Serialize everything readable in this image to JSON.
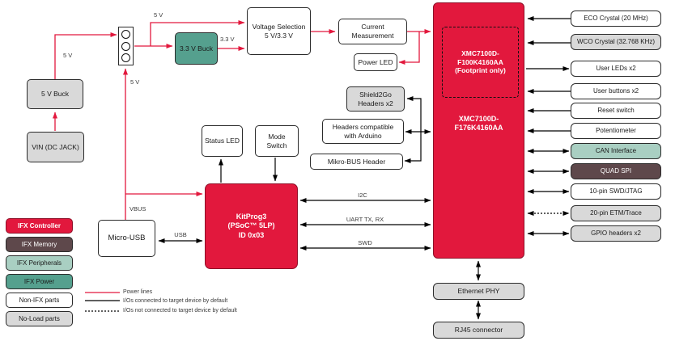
{
  "colors": {
    "ifx_controller_red": "#e2183d",
    "ifx_memory_maroon": "#5e484b",
    "ifx_peripherals_light_teal": "#a9cfc2",
    "ifx_power_teal": "#55a08e",
    "no_load_gray": "#d9d9d9",
    "non_ifx_white": "#ffffff",
    "power_wire_red": "#e2183d",
    "io_wire_black": "#000000"
  },
  "blocks": {
    "vin": {
      "label": "VIN (DC JACK)"
    },
    "buck_5v": {
      "label": "5 V Buck"
    },
    "buck_3v3": {
      "label": "3.3 V Buck"
    },
    "voltage_selection": {
      "label": "Voltage Selection\n5 V/3.3 V"
    },
    "current_measurement": {
      "label": "Current\nMeasurement"
    },
    "power_led": {
      "label": "Power LED"
    },
    "shield2go": {
      "label": "Shield2Go\nHeaders x2"
    },
    "arduino_headers": {
      "label": "Headers compatible\nwith Arduino"
    },
    "mikrobus": {
      "label": "Mikro-BUS Header"
    },
    "status_led": {
      "label": "Status LED"
    },
    "mode_switch": {
      "label": "Mode\nSwitch"
    },
    "kitprog3": {
      "label": "KitProg3\n(PSoC™ 5LP)\nID 0x03"
    },
    "micro_usb": {
      "label": "Micro-USB"
    },
    "xmc_footprint": {
      "label": "XMC7100D-\nF100K4160AA\n(Footprint only)"
    },
    "xmc_main": {
      "label": "XMC7100D-\nF176K4160AA"
    },
    "ethernet_phy": {
      "label": "Ethernet PHY"
    },
    "rj45": {
      "label": "RJ45 connector"
    }
  },
  "peripherals": [
    {
      "label": "ECO Crystal (20 MHz)",
      "category": "Non-IFX parts"
    },
    {
      "label": "WCO Crystal (32.768 KHz)",
      "category": "No-Load parts"
    },
    {
      "label": "User LEDs x2",
      "category": "Non-IFX parts"
    },
    {
      "label": "User buttons x2",
      "category": "Non-IFX parts"
    },
    {
      "label": "Reset switch",
      "category": "Non-IFX parts"
    },
    {
      "label": "Potentiometer",
      "category": "Non-IFX parts"
    },
    {
      "label": "CAN Interface",
      "category": "IFX Peripherals"
    },
    {
      "label": "QUAD SPI",
      "category": "IFX Memory"
    },
    {
      "label": "10-pin SWD/JTAG",
      "category": "Non-IFX parts"
    },
    {
      "label": "20-pin ETM/Trace",
      "category": "No-Load parts"
    },
    {
      "label": "GPIO headers x2",
      "category": "No-Load parts"
    }
  ],
  "wire_labels": {
    "v5_buck_to_header": "5 V",
    "v5_to_voltage_selection": "5 V",
    "v3_3_out": "3.3 V",
    "v5_vbus_up": "5 V",
    "vbus": "VBUS",
    "usb": "USB",
    "i2c": "I2C",
    "uart": "UART TX, RX",
    "swd": "SWD"
  },
  "legend": {
    "categories": [
      {
        "label": "IFX Controller"
      },
      {
        "label": "IFX Memory"
      },
      {
        "label": "IFX Peripherals"
      },
      {
        "label": "IFX Power"
      },
      {
        "label": "Non-IFX parts"
      },
      {
        "label": "No-Load parts"
      }
    ],
    "lines": [
      {
        "label": "Power lines",
        "style": "red-solid"
      },
      {
        "label": "I/Os connected to target device by default",
        "style": "black-solid"
      },
      {
        "label": "I/Os not connected to target device by default",
        "style": "black-dotted"
      }
    ]
  }
}
